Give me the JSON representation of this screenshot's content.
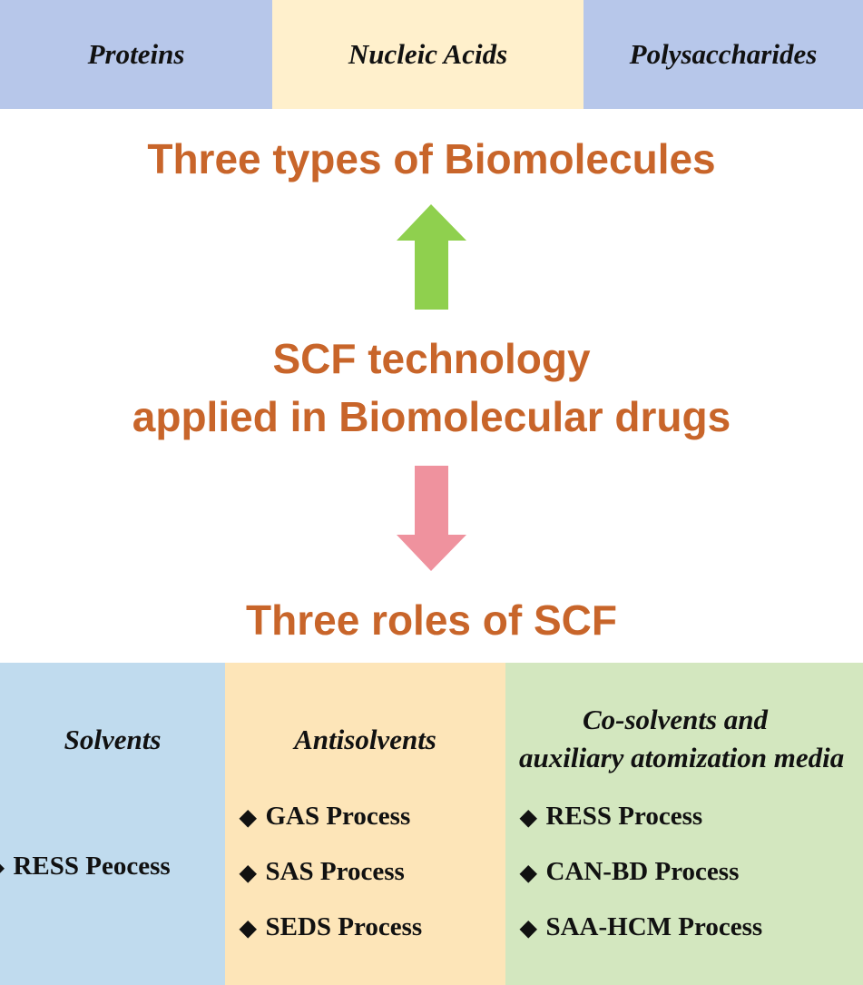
{
  "top_boxes": [
    {
      "label": "Proteins",
      "color": "#b7c7ea"
    },
    {
      "label": "Nucleic Acids",
      "color": "#fff0cc"
    },
    {
      "label": "Polysaccharides",
      "color": "#b7c7ea"
    }
  ],
  "title_top": "Three types of Biomolecules",
  "center_line1": "SCF technology",
  "center_line2": "applied in Biomolecular drugs",
  "title_bottom": "Three roles of SCF",
  "arrow_up": {
    "icon": "green-up-arrow",
    "color": "#8fd04e"
  },
  "arrow_down": {
    "icon": "pink-down-arrow",
    "color": "#ef929e"
  },
  "roles": [
    {
      "heading": "Solvents",
      "color": "#c0dbee",
      "items": [
        "RESS Peocess"
      ]
    },
    {
      "heading": "Antisolvents",
      "color": "#fde5b8",
      "items": [
        "GAS Process",
        "SAS Process",
        "SEDS Process"
      ]
    },
    {
      "heading_line1": "Co-solvents and",
      "heading_line2": "auxiliary atomization media",
      "color": "#d3e7bf",
      "items": [
        "RESS Process",
        "CAN-BD Process",
        "SAA-HCM Process"
      ]
    }
  ],
  "bullet": "◆",
  "accent": "#c8652a"
}
